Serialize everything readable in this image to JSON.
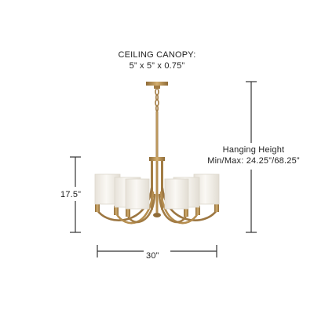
{
  "canopy": {
    "title": "CEILING CANOPY:",
    "dims": "5” x 5” x 0.75”"
  },
  "hanging": {
    "title": "Hanging Height",
    "range": "Min/Max: 24.25”/68.25”"
  },
  "dimensions": {
    "height": "17.5”",
    "width": "30”"
  },
  "colors": {
    "brass": "#b58d4f",
    "brass_dark": "#8f6b37",
    "shade": "#f3f0ea",
    "shade_edge": "#ddd7cc",
    "line": "#333333"
  }
}
